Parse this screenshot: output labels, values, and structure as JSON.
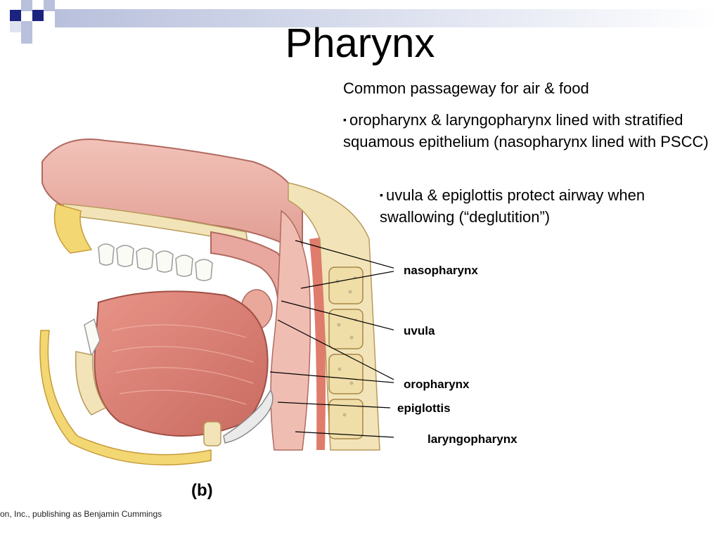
{
  "slide": {
    "title": "Pharynx",
    "intro": "Common passageway for air & food",
    "bullets": [
      "oropharynx & laryngopharynx lined with stratified squamous epithelium (nasopharynx lined with PSCC)",
      "uvula & epiglottis protect airway when swallowing (“deglutition”)"
    ],
    "bullet_glyph": "▪"
  },
  "figure": {
    "labels": {
      "nasopharynx": "nasopharynx",
      "uvula": "uvula",
      "oropharynx": "oropharynx",
      "epiglottis": "epiglottis",
      "laryngopharynx": "laryngopharynx"
    },
    "panel_letter": "(b)",
    "copyright": "on, Inc., publishing as Benjamin Cummings"
  },
  "colors": {
    "tissue": "#e8a8a0",
    "tongue": "#d77f74",
    "bone": "#f2e4b8",
    "fat": "#f3d773",
    "navy": "#1a237e"
  }
}
